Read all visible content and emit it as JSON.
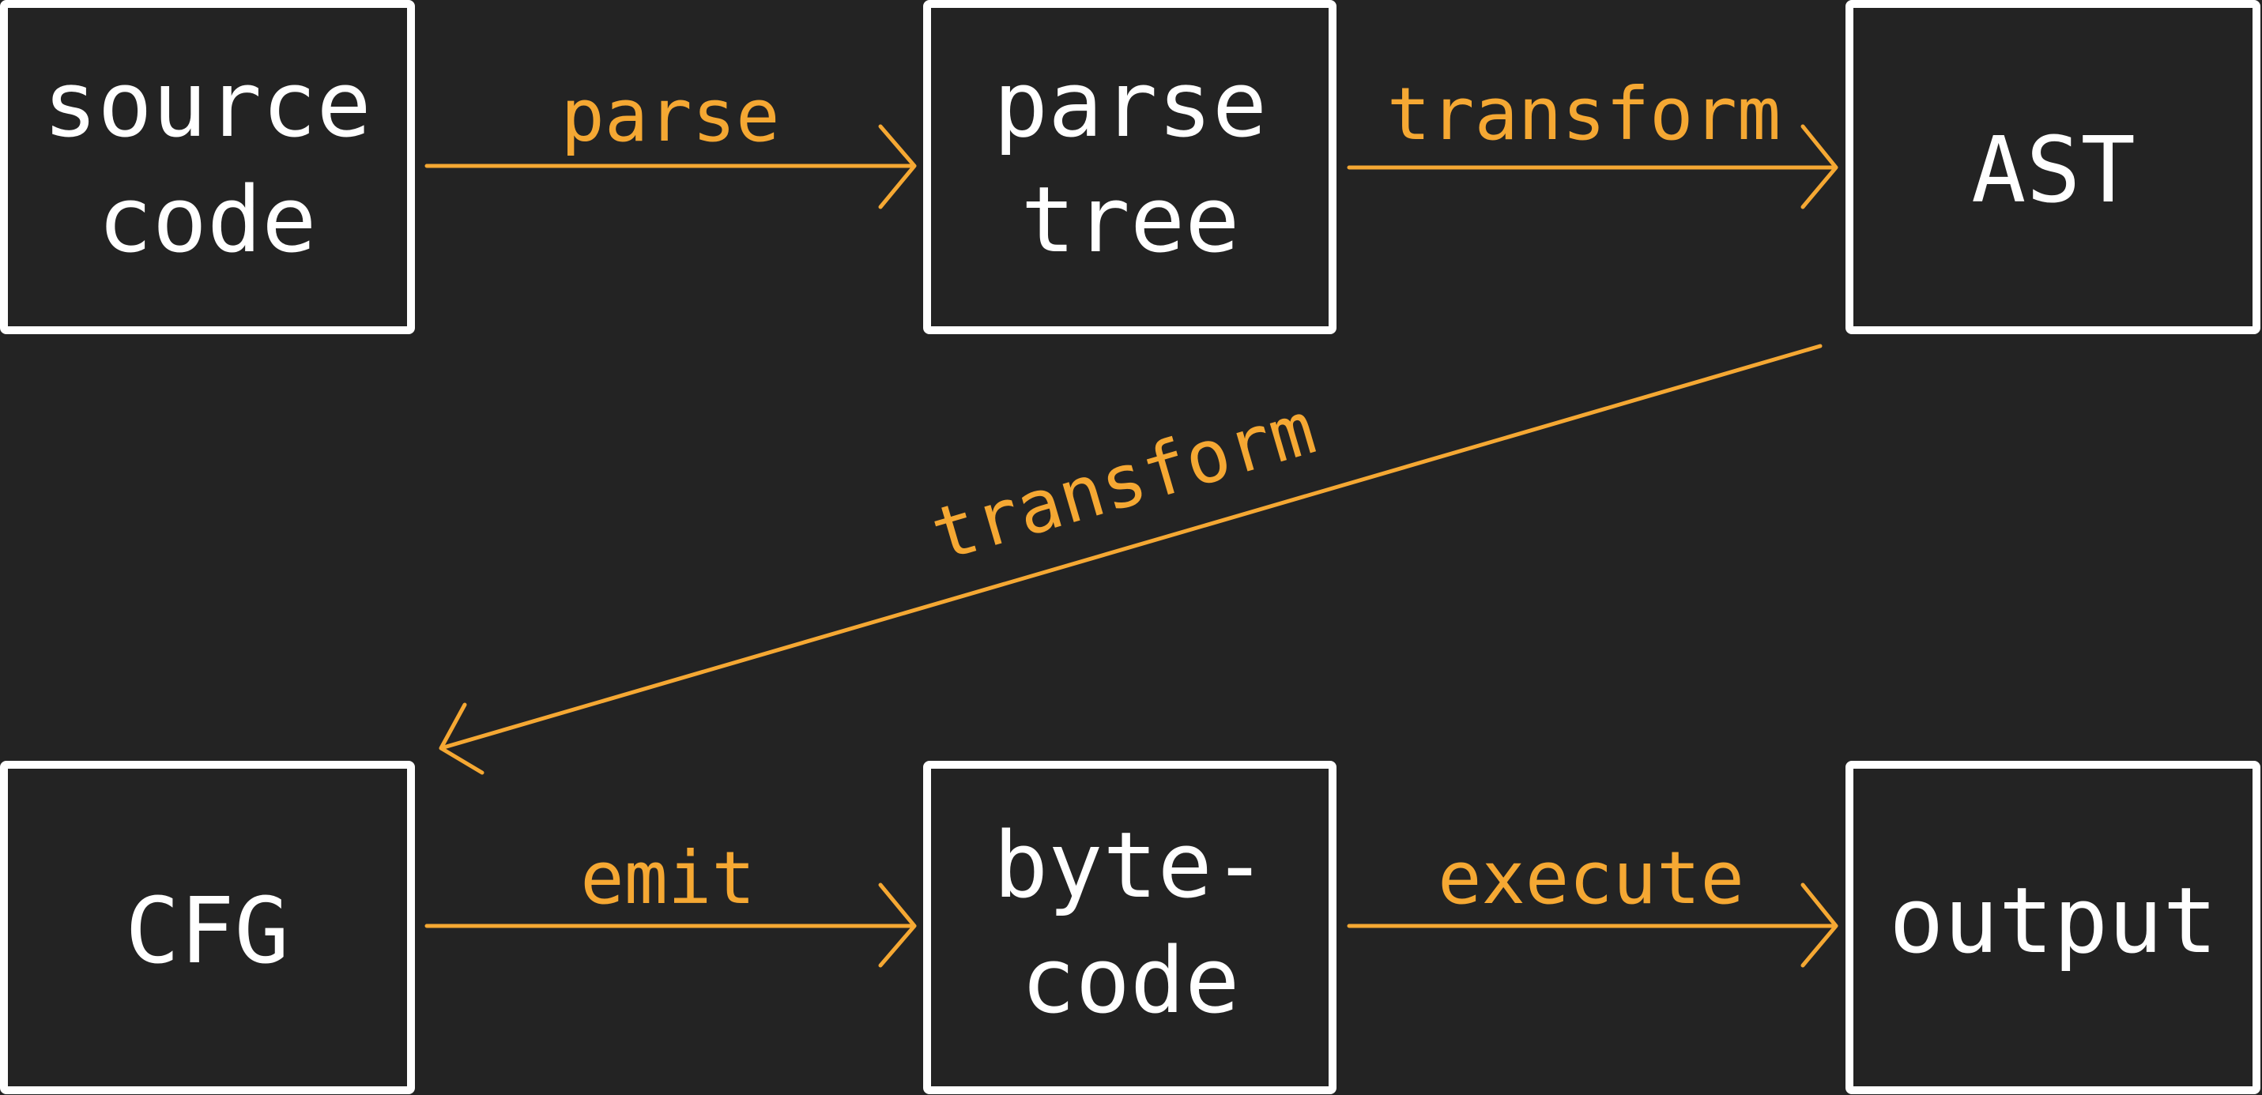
{
  "colors": {
    "background": "#232323",
    "box_border": "#ffffff",
    "box_text": "#ffffff",
    "arrow": "#f5a833"
  },
  "nodes": {
    "source_code": [
      "source",
      "code"
    ],
    "parse_tree": [
      "parse",
      "tree"
    ],
    "ast": [
      "AST"
    ],
    "cfg": [
      "CFG"
    ],
    "bytecode": [
      "byte-",
      "code"
    ],
    "output": [
      "output"
    ]
  },
  "edges": {
    "parse": "parse",
    "transform1": "transform",
    "transform2": "transform",
    "emit": "emit",
    "execute": "execute"
  }
}
